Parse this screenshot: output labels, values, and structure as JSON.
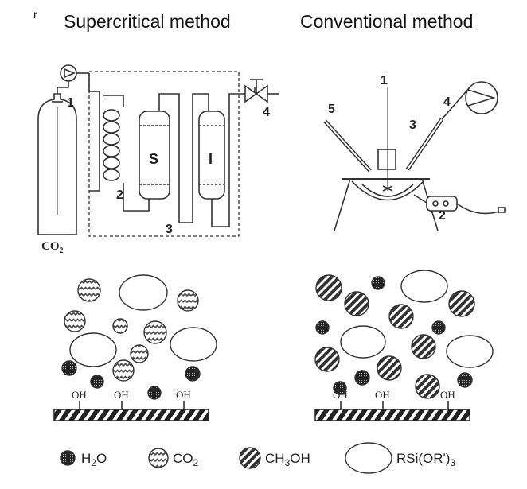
{
  "titles": {
    "left": "Supercritical method",
    "right": "Conventional method",
    "mark": "r"
  },
  "supercritical_apparatus": {
    "labels": [
      "1",
      "2",
      "3",
      "4"
    ],
    "vessel_labels": {
      "s": "S",
      "i": "I"
    },
    "gas": "CO",
    "gas_sub": "2"
  },
  "conventional_apparatus": {
    "labels": [
      "1",
      "2",
      "3",
      "4",
      "5"
    ]
  },
  "surface": {
    "group_label": "OH"
  },
  "legend": [
    {
      "symbol": "h2o",
      "text": "H",
      "sub": "2",
      "rest": "O"
    },
    {
      "symbol": "co2",
      "text": "CO",
      "sub": "2",
      "rest": ""
    },
    {
      "symbol": "ch3oh",
      "text": "CH",
      "sub": "3",
      "rest": "OH"
    },
    {
      "symbol": "silane",
      "text": "RSi(OR')",
      "sub": "3",
      "rest": ""
    }
  ],
  "colors": {
    "line": "#333333",
    "fill_dark": "#444444"
  }
}
